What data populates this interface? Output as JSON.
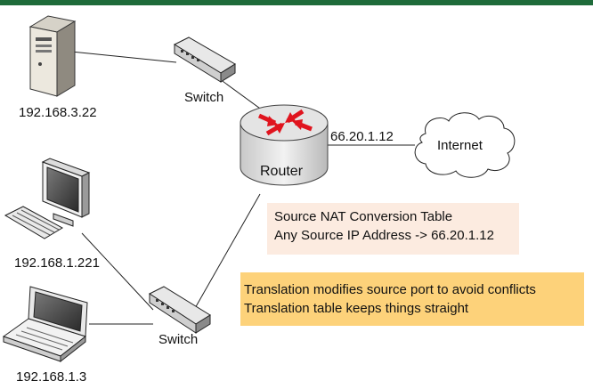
{
  "devices": {
    "server": {
      "label": "192.168.3.22"
    },
    "desktop": {
      "label": "192.168.1.221"
    },
    "laptop": {
      "label": "192.168.1.3"
    },
    "switch_top": {
      "label": "Switch"
    },
    "switch_bottom": {
      "label": "Switch"
    },
    "router": {
      "label": "Router",
      "public_ip": "66.20.1.12"
    },
    "internet": {
      "label": "Internet"
    }
  },
  "nat_table": {
    "title": "Source NAT Conversion Table",
    "rule": "Any Source IP Address -> 66.20.1.12"
  },
  "notes": [
    "Translation modifies source port to avoid conflicts",
    "Translation table keeps things straight"
  ],
  "colors": {
    "header_bar": "#1e6b3a",
    "nat_box_bg": "#fcebe0",
    "note_box_bg": "#fdd27a",
    "router_arrows": "#e0141e"
  }
}
